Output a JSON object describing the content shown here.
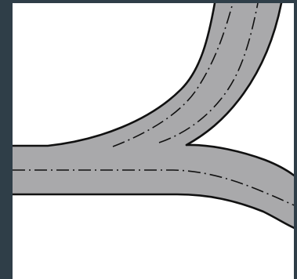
{
  "diagram": {
    "kind": "road-junction",
    "roads": [
      {
        "id": "main-road",
        "direction": "horizontal",
        "lanes": 2
      },
      {
        "id": "branch-road",
        "direction": "curving-up-right",
        "lanes": 3
      }
    ],
    "colors": {
      "background": "#2f3e48",
      "canvas": "#ffffff",
      "road_fill": "#a9a9ab",
      "edge_line": "#111111",
      "center_line": "#111111"
    },
    "center_line_style": "dash-dot"
  }
}
